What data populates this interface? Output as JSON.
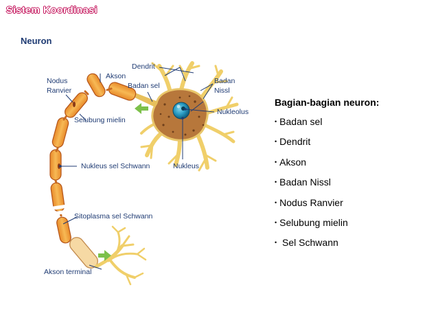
{
  "slide": {
    "title": "Sistem Koordinasi",
    "subtitle": "Neuron"
  },
  "diagram": {
    "labels": {
      "dendrit": "Dendrit",
      "nodus_ranvier_1": "Nodus",
      "nodus_ranvier_2": "Ranvier",
      "akson": "Akson",
      "badan_sel": "Badan sel",
      "badan_nissl_1": "Badan",
      "badan_nissl_2": "Nissl",
      "nukleolus": "Nukleolus",
      "selubung_mielin": "Selubung mielin",
      "nukleus_sel_schwann": "Nukleus sel Schwann",
      "nukleus": "Nukleus",
      "sitoplasma_sel_schwann": "Sitoplasma sel Schwann",
      "akson_terminal": "Akson terminal"
    }
  },
  "parts": {
    "heading": "Bagian-bagian neuron:",
    "bullet": "•",
    "items": [
      "Badan sel",
      "Dendrit",
      "Akson",
      "Badan Nissl",
      "Nodus Ranvier",
      "Selubung mielin",
      " Sel Schwann"
    ]
  }
}
